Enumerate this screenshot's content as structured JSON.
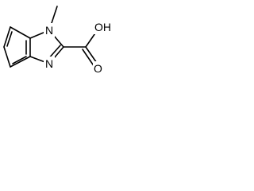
{
  "molecule": {
    "labels": {
      "n_methyl": "N",
      "n_imine": "N",
      "acid": "OH",
      "carbonyl_o": "O"
    }
  }
}
